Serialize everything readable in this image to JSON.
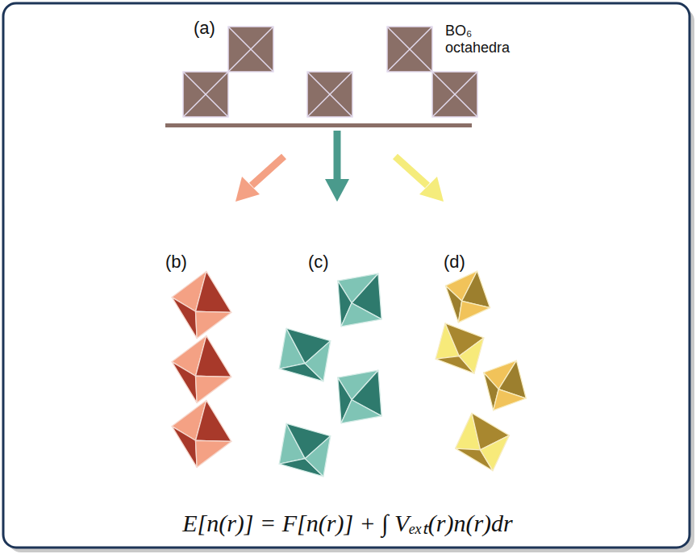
{
  "diagram": {
    "labels": [
      "(a)",
      "BO₆ octahedra",
      "(b)",
      "(c)",
      "(d)",
      "E[n(r)] = F[n(r)] + ∫ Vₑₓₜ(r)n(r)dr"
    ]
  }
}
